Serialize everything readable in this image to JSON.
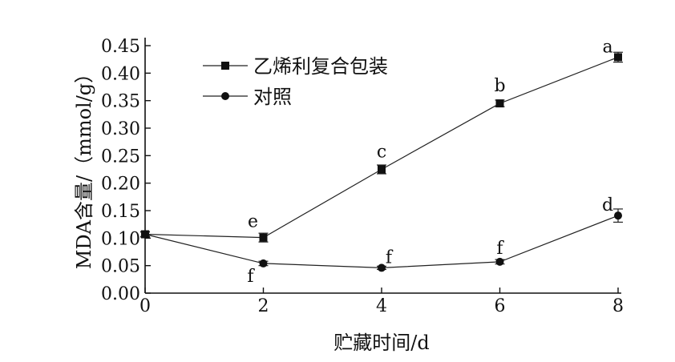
{
  "chart_data": {
    "type": "line",
    "title": "",
    "xlabel": "贮藏时间/d",
    "ylabel": "MDA含量/（mmol/g）",
    "xlim": [
      0,
      8
    ],
    "ylim": [
      0,
      0.45
    ],
    "xticks": [
      0,
      2,
      4,
      6,
      8
    ],
    "yticks": [
      0.0,
      0.05,
      0.1,
      0.15,
      0.2,
      0.25,
      0.3,
      0.35,
      0.4,
      0.45
    ],
    "grid": false,
    "legend_position": "top-left",
    "series": [
      {
        "name": "乙烯利复合包装",
        "marker": "square",
        "x": [
          0,
          2,
          4,
          6,
          8
        ],
        "y": [
          0.107,
          0.101,
          0.225,
          0.345,
          0.429
        ],
        "err": [
          0.005,
          0.008,
          0.008,
          0.006,
          0.009
        ],
        "letters": [
          "",
          "e",
          "c",
          "b",
          "a"
        ]
      },
      {
        "name": "对照",
        "marker": "circle",
        "x": [
          0,
          2,
          4,
          6,
          8
        ],
        "y": [
          0.107,
          0.054,
          0.046,
          0.057,
          0.141
        ],
        "err": [
          0.004,
          0.004,
          0.003,
          0.004,
          0.012
        ],
        "letters": [
          "",
          "f",
          "f",
          "f",
          "d"
        ]
      }
    ]
  }
}
